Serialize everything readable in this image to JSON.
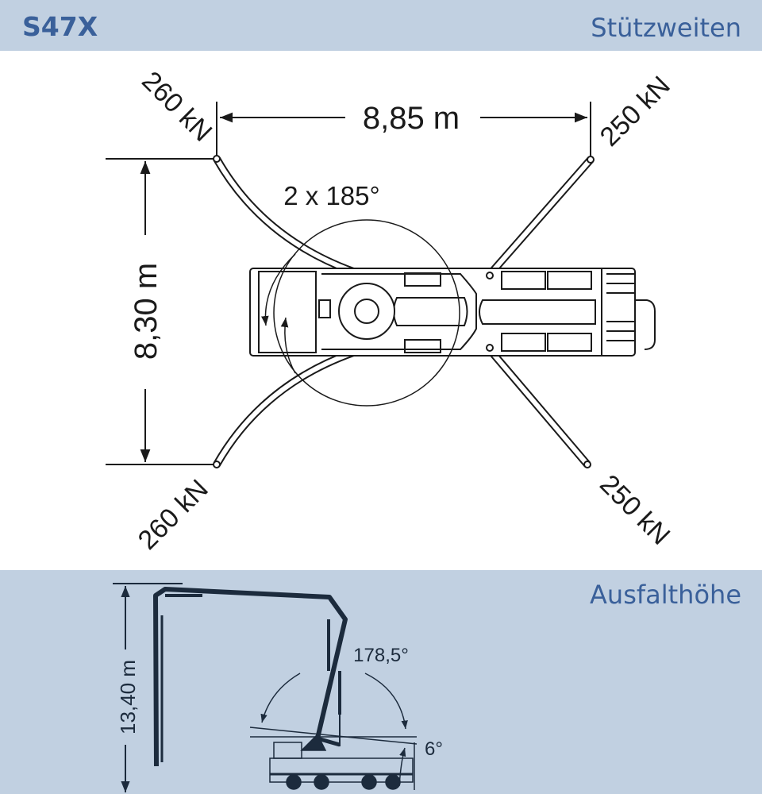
{
  "header": {
    "model": "S47X",
    "section": "Stützweiten"
  },
  "outriggers": {
    "width": "8,85 m",
    "length": "8,30 m",
    "load_front_left": "260 kN",
    "load_front_right": "250 kN",
    "load_rear_left": "260 kN",
    "load_rear_right": "250 kN",
    "slewing": "2 x 185°"
  },
  "unfold": {
    "section": "Ausfalthöhe",
    "height": "13,40 m",
    "angle": "178,5°",
    "tilt": "6°"
  },
  "colors": {
    "header_bg": "#c1d0e1",
    "brand_text": "#3a609a",
    "line": "#1a1a1a",
    "boom": "#1c2b3d"
  }
}
